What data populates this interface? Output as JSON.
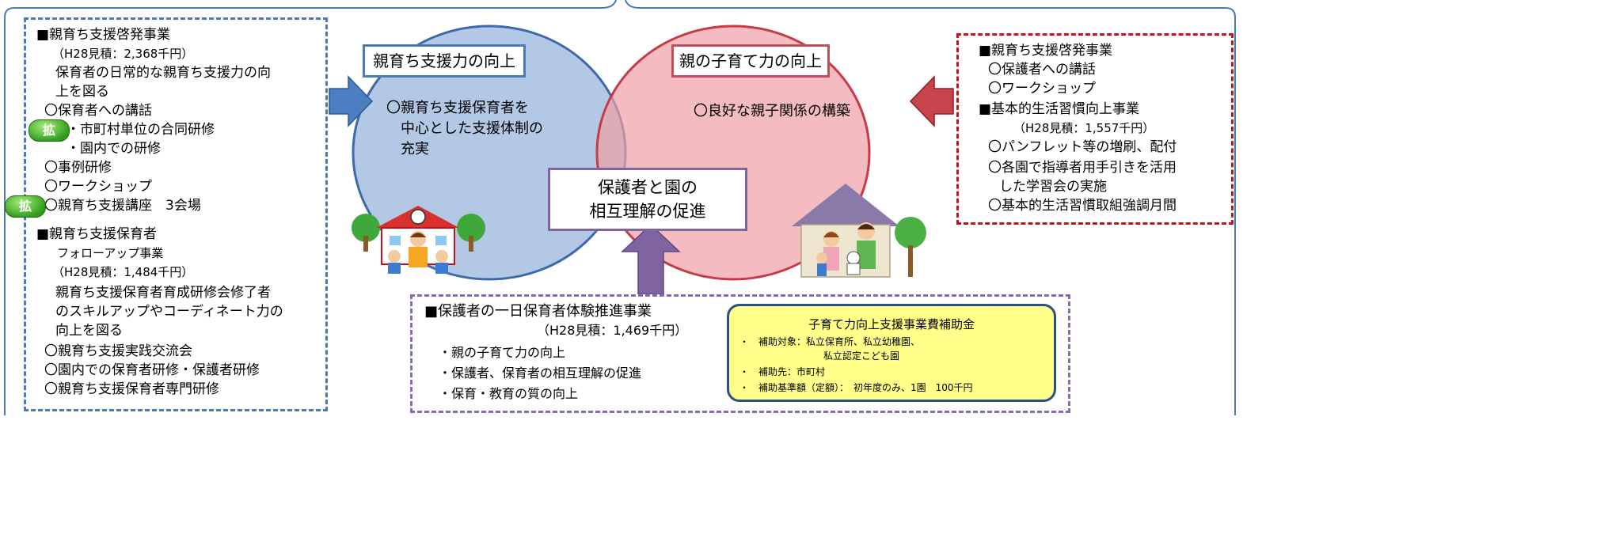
{
  "left_panel": {
    "lines": [
      "■親育ち支援啓発事業",
      "（H28見積：2,368千円）",
      "保育者の日常的な親育ち支援力の向",
      "上を図る",
      "〇保育者への講話",
      "・市町村単位の合同研修",
      "・園内での研修",
      "〇事例研修",
      "〇ワークショップ",
      "〇親育ち支援講座　3会場",
      "■親育ち支援保育者",
      "フォローアップ事業",
      "（H28見積：1,484千円）",
      "親育ち支援保育者育成研修会修了者",
      "のスキルアップやコーディネート力の",
      "向上を図る",
      "〇親育ち支援実践交流会",
      "〇園内での保育者研修・保護者研修",
      "〇親育ち支援保育者専門研修"
    ],
    "badges": [
      "拡",
      "拡"
    ]
  },
  "venn": {
    "left_title": "親育ち支援力の向上",
    "left_body": [
      "〇親育ち支援保育者を",
      "中心とした支援体制の",
      "充実"
    ],
    "right_title": "親の子育て力の向上",
    "right_body": [
      "〇良好な親子関係の構築"
    ],
    "center_title": [
      "保護者と園の",
      "相互理解の促進"
    ]
  },
  "right_panel": {
    "lines": [
      "■親育ち支援啓発事業",
      "〇保護者への講話",
      "〇ワークショップ",
      "■基本的生活習慣向上事業",
      "（H28見積：1,557千円）",
      "〇パンフレット等の増刷、配付",
      "〇各園で指導者用手引きを活用",
      "した学習会の実施",
      "〇基本的生活習慣取組強調月間"
    ]
  },
  "bottom_panel": {
    "lines": [
      "■保護者の一日保育者体験推進事業",
      "（H28見積：1,469千円）",
      "・親の子育て力の向上",
      "・保護者、保育者の相互理解の促進",
      "・保育・教育の質の向上"
    ]
  },
  "subsidy": {
    "title": "子育て力向上支援事業費補助金",
    "lines": [
      "・　補助対象：私立保育所、私立幼稚園、",
      "私立認定こども園",
      "・　補助先：市町村",
      "・　補助基準額（定額）：　初年度のみ、1園　100千円"
    ]
  },
  "colors": {
    "left_border": "#4a7ab8",
    "right_border": "#c0141c",
    "bottom_border": "#8a6ab0",
    "left_circle": "#9ab5dc",
    "right_circle": "#f0a0a6",
    "subsidy_bg": "#ffff8a"
  }
}
